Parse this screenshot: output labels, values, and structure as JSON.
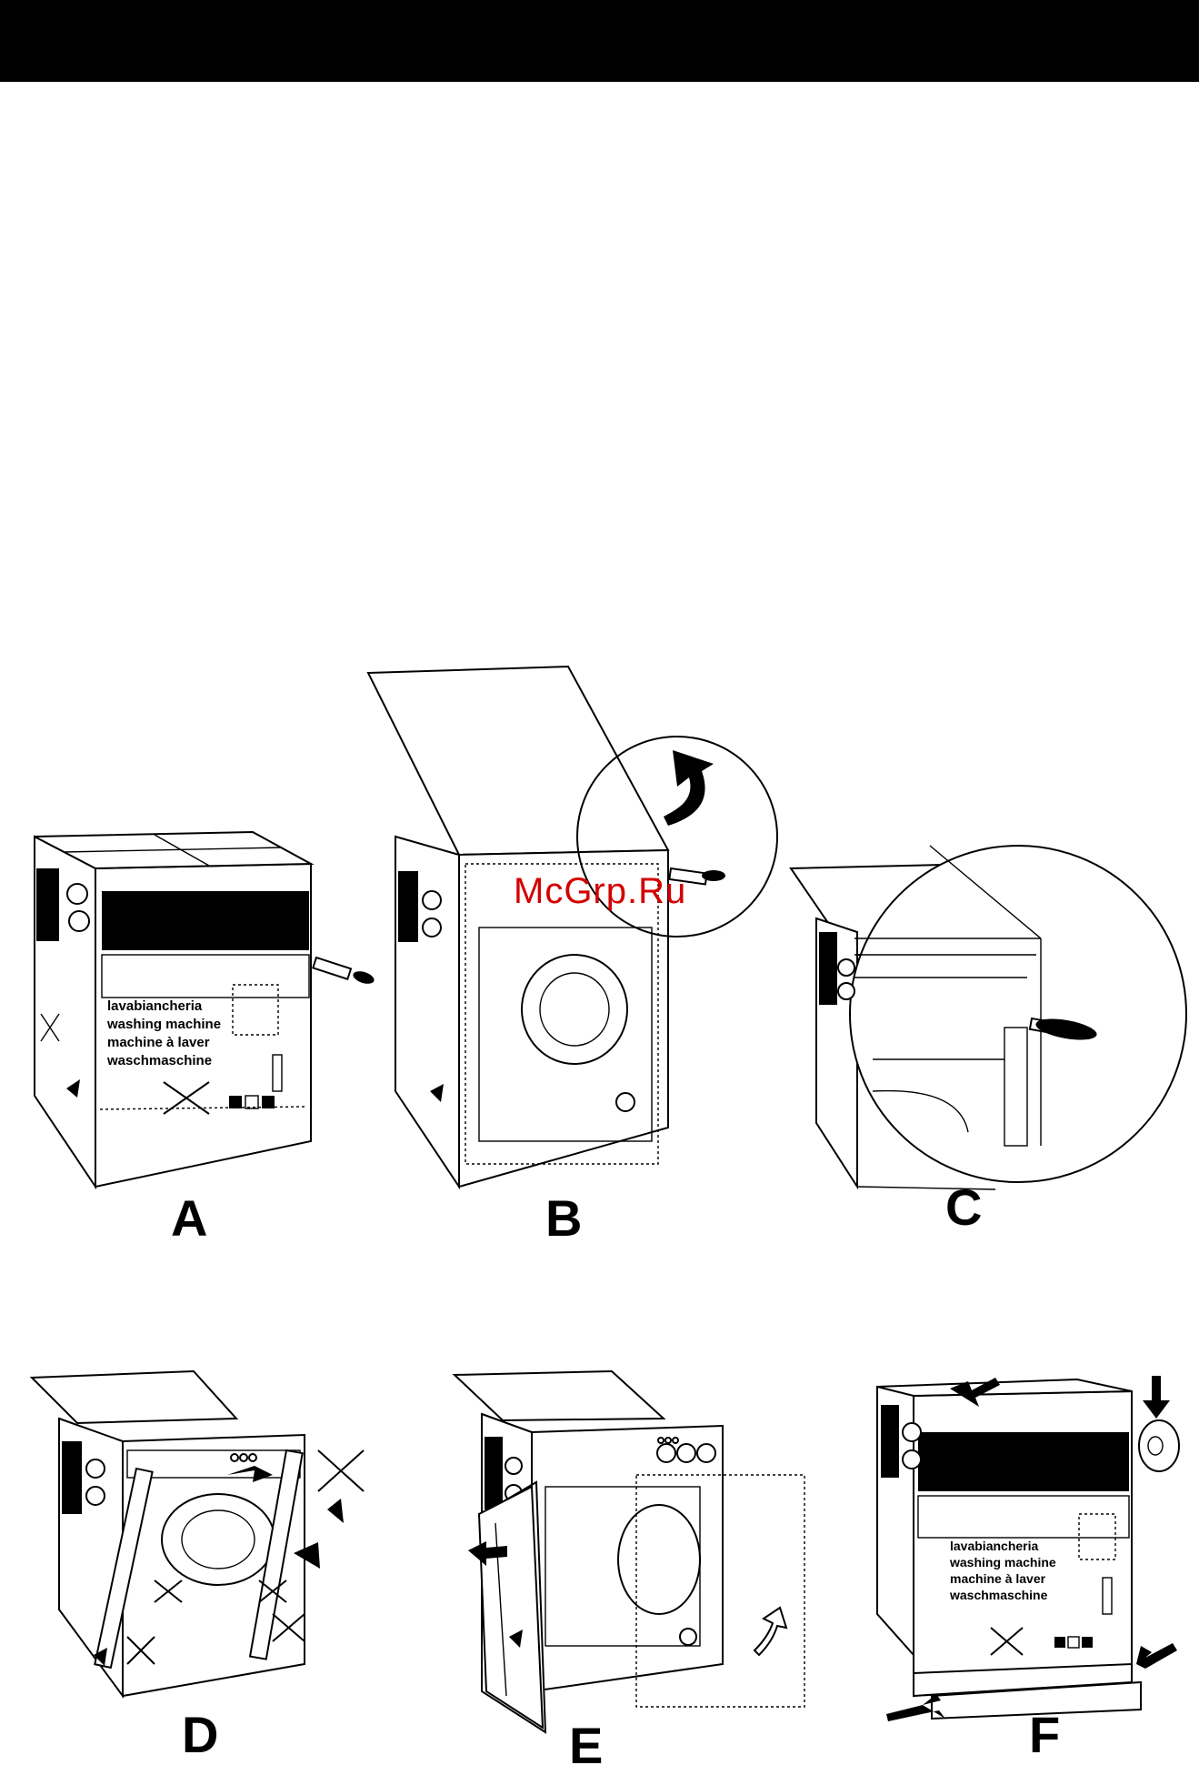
{
  "header": {
    "bar_color": "#000000"
  },
  "watermark": {
    "text": "McGrp.Ru",
    "color": "#d40000"
  },
  "box_print": {
    "line1": "lavabiancheria",
    "line2": "washing machine",
    "line3": "machine à laver",
    "line4": "waschmaschine"
  },
  "figures": [
    {
      "id": "A",
      "label": "A"
    },
    {
      "id": "B",
      "label": "B"
    },
    {
      "id": "C",
      "label": "C"
    },
    {
      "id": "D",
      "label": "D"
    },
    {
      "id": "E",
      "label": "E"
    },
    {
      "id": "F",
      "label": "F"
    }
  ]
}
